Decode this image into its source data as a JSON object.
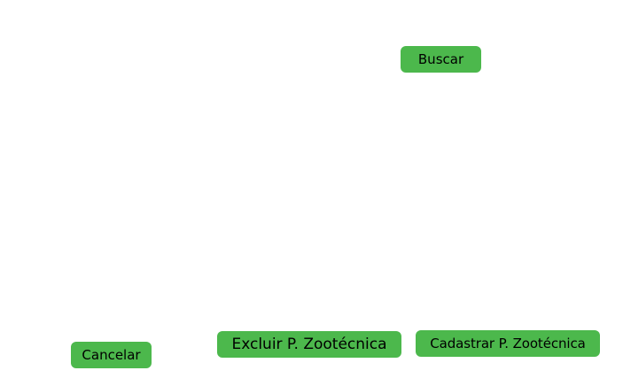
{
  "colors": {
    "background": "#ffffff",
    "button_fill": "#4cb84c",
    "button_text": "#000000"
  },
  "search": {
    "button_label": "Buscar"
  },
  "actions": {
    "cancel_label": "Cancelar",
    "delete_label": "Excluir P. Zootécnica",
    "register_label": "Cadastrar P. Zootécnica"
  }
}
